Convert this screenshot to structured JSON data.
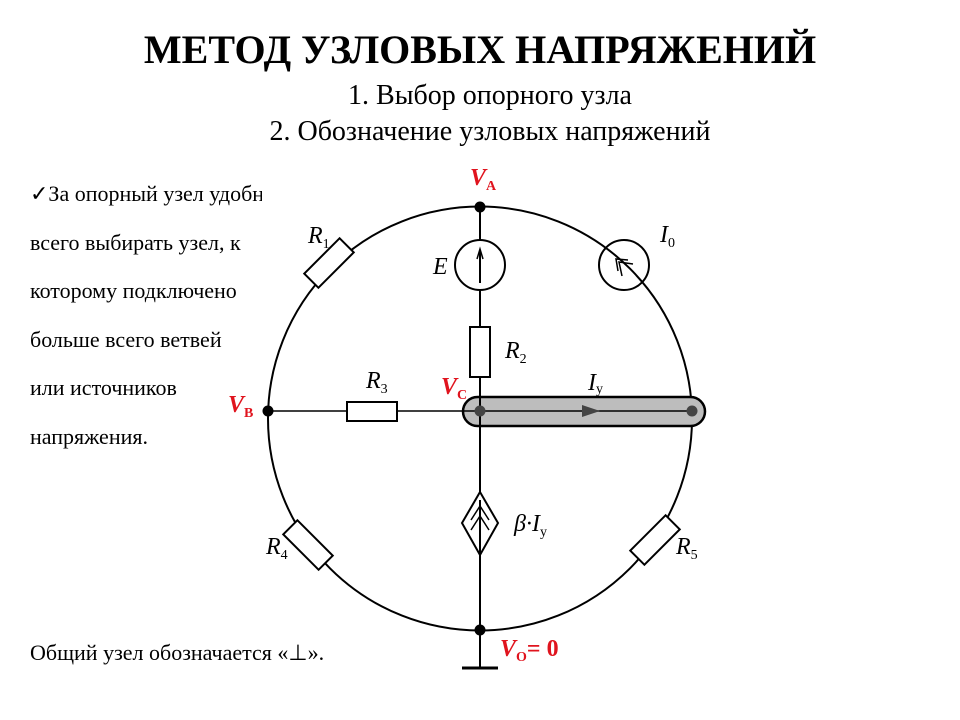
{
  "slide": {
    "title": "МЕТОД УЗЛОВЫХ НАПРЯЖЕНИЙ",
    "subtitle_1": "1. Выбор опорного узла",
    "subtitle_2": "2. Обозначение узловых напряжений",
    "bullet_lines": [
      "✓За опорный узел удобнее",
      "всего выбирать узел, к",
      "которому подключено",
      "больше всего ветвей",
      "или источников",
      "напряжения."
    ],
    "footer": "Общий узел обозначается «⊥»."
  },
  "diagram": {
    "nodes": {
      "a": "V",
      "a_sub": "A",
      "b": "V",
      "b_sub": "B",
      "c": "V",
      "c_sub": "C",
      "o": "V",
      "o_sub": "O",
      "o_value": "= 0"
    },
    "components": {
      "r1": "R",
      "r1_sub": "1",
      "r2": "R",
      "r2_sub": "2",
      "r3": "R",
      "r3_sub": "3",
      "r4": "R",
      "r4_sub": "4",
      "r5": "R",
      "r5_sub": "5",
      "e": "E",
      "i0": "I",
      "i0_sub": "0",
      "iy": "I",
      "iy_sub": "у",
      "dep": "β·I",
      "dep_sub": "у"
    },
    "colors": {
      "node_label": "#e0141e",
      "highlight": "#bdbdbd"
    }
  }
}
